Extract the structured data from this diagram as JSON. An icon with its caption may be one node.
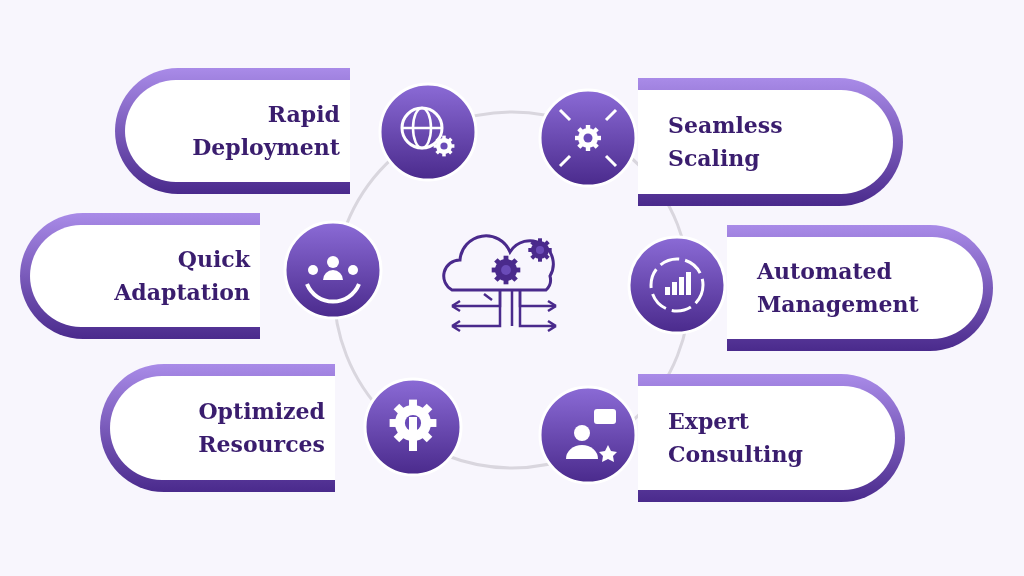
{
  "diagram": {
    "nodes": [
      {
        "text": [
          "Rapid Deployment"
        ]
      },
      {
        "text": [
          "Seamless Scaling"
        ]
      },
      {
        "text": [
          "Quick Adaptation"
        ]
      },
      {
        "text": [
          "Automated Management"
        ]
      },
      {
        "text": [
          "Optimized Resources"
        ]
      },
      {
        "text": [
          "Expert Consulting"
        ]
      }
    ],
    "edges": []
  }
}
